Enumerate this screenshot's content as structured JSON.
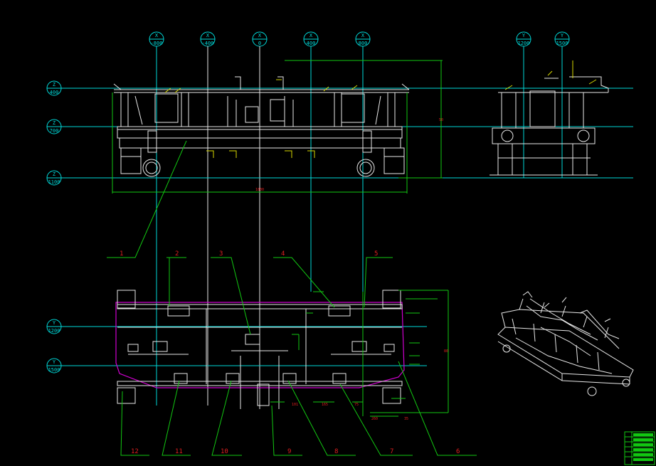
{
  "colors": {
    "background": "#000000",
    "axis": "#00d8d8",
    "part": "#e8e8e8",
    "leader": "#12c812",
    "balloon": "#e02020",
    "outline": "#d000d0"
  },
  "x_markers": [
    {
      "axis": "X",
      "value": "-800"
    },
    {
      "axis": "X",
      "value": "-400"
    },
    {
      "axis": "X",
      "value": "0"
    },
    {
      "axis": "X",
      "value": "400"
    },
    {
      "axis": "X",
      "value": "800"
    }
  ],
  "y_markers_top": [
    {
      "axis": "Y",
      "value": "1200"
    },
    {
      "axis": "Y",
      "value": "1500"
    }
  ],
  "z_markers": [
    {
      "axis": "Z",
      "value": "400"
    },
    {
      "axis": "Z",
      "value": "700"
    },
    {
      "axis": "Z",
      "value": "1100"
    }
  ],
  "y_markers_left": [
    {
      "axis": "Y",
      "value": "1200"
    },
    {
      "axis": "Y",
      "value": "1500"
    }
  ],
  "balloons": [
    "1",
    "2",
    "3",
    "4",
    "5",
    "6",
    "7",
    "8",
    "9",
    "10",
    "11",
    "12"
  ],
  "dimensions": {
    "front_width": "1800",
    "front_height": "50",
    "plan_height": "80",
    "d1": "101",
    "d2": "165",
    "d3": "75",
    "d4": "260",
    "d5": "35"
  }
}
